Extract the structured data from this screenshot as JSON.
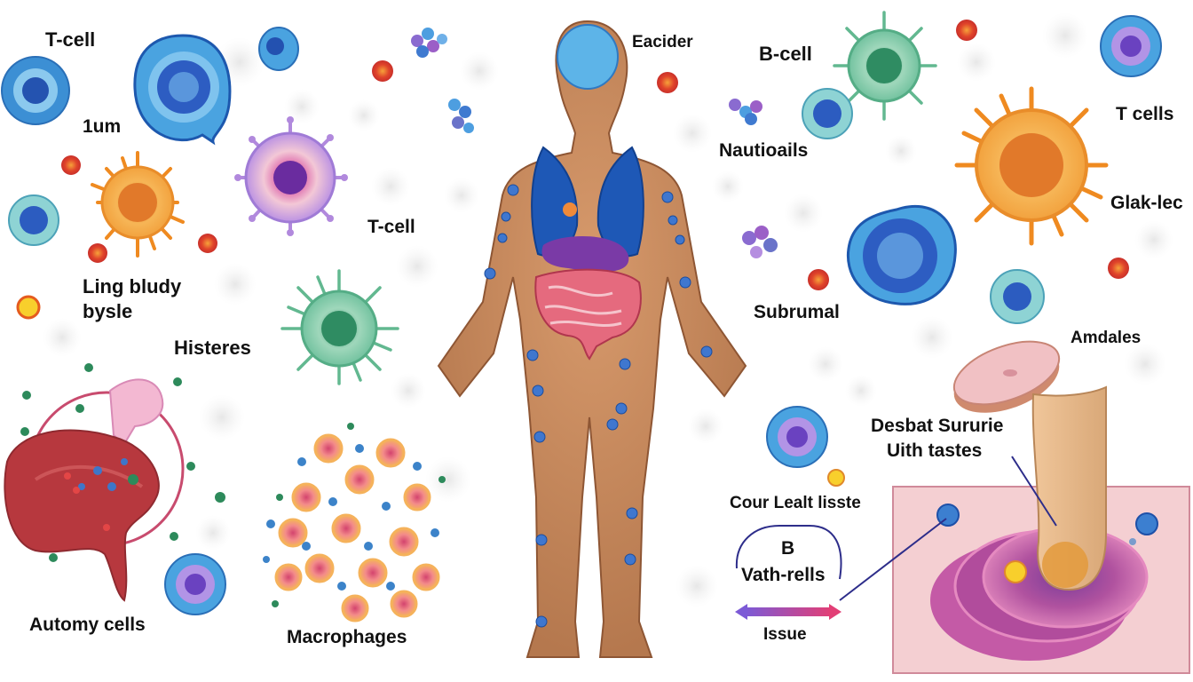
{
  "labels": {
    "t_cell_top": "T-cell",
    "one_um": "1um",
    "ling_bludy": "Ling bludy",
    "bysle": "bysle",
    "histeres": "Histeres",
    "automy_cells": "Automy cells",
    "t_cell_mid": "T-cell",
    "macrophages": "Macrophages",
    "eacider": "Eacider",
    "b_cell": "B-cell",
    "nautioails": "Nautioails",
    "t_cells": "T cells",
    "glak_lec": "Glak-lec",
    "subrumal": "Subrumal",
    "amdales": "Amdales",
    "desbat_sururie": "Desbat Sururie",
    "uith_tastes": "Uith tastes",
    "cour_lealt_lisste": "Cour Lealt lisste",
    "b_letter": "B",
    "vath_rells": "Vath-rells",
    "issue": "Issue"
  },
  "colors": {
    "skin": "#c9885d",
    "lung": "#1f5fb8",
    "liver_organ": "#b8383d",
    "macrophage_orange": "#f0a03a",
    "tcell_blue": "#3a7fd0",
    "virus_green": "#7ec4a2",
    "virus_purple": "#b58ee0",
    "tissue_pink": "#f4cfd2",
    "tissue_purple": "#b04a9a"
  },
  "icons": [
    "t-cell-icon",
    "macrophage-icon",
    "virus-icon",
    "human-body-icon",
    "liver-icon",
    "tissue-section-icon",
    "finger-icon",
    "disc-icon",
    "arrow-icon"
  ]
}
